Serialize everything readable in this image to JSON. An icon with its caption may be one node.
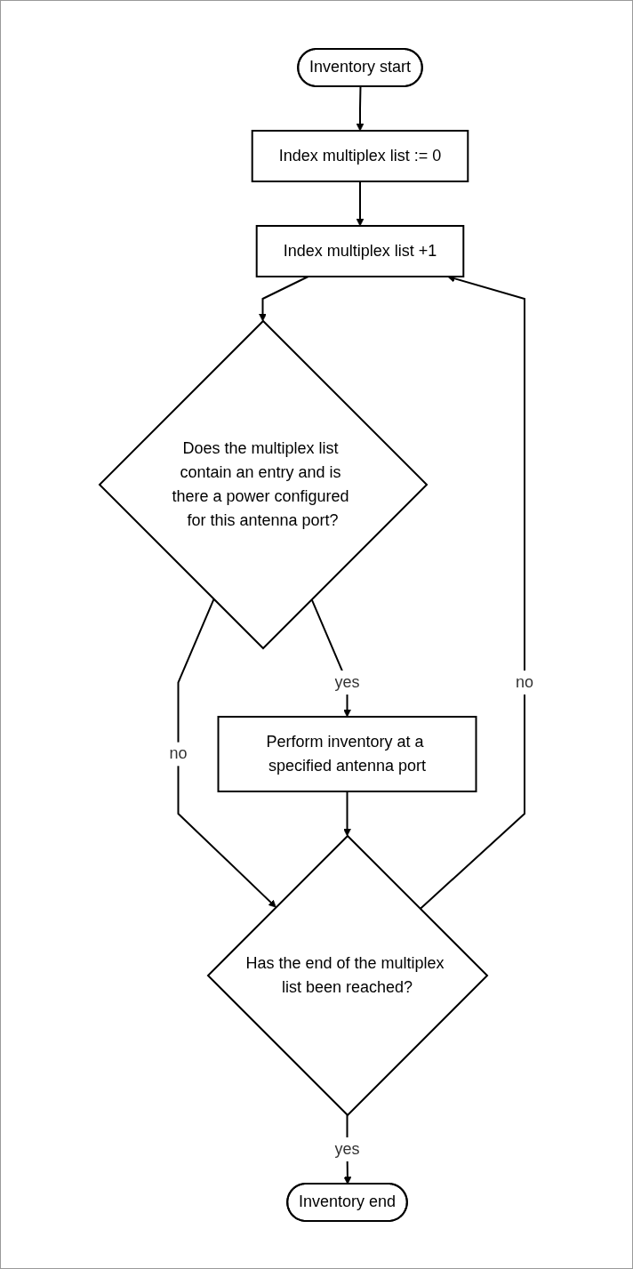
{
  "diagram": {
    "nodes": [
      {
        "text": [
          "Inventory start"
        ]
      },
      {
        "text": [
          "Index multiplex list := 0"
        ]
      },
      {
        "text": [
          "Index multiplex list +1"
        ]
      },
      {
        "text": [
          "Does the multiplex list contain an entry and is there a power configured for this antenna port?"
        ]
      },
      {
        "text": [
          "Perform inventory at a specified antenna port"
        ]
      },
      {
        "text": [
          "Has the end of the multiplex list been reached?"
        ]
      },
      {
        "text": [
          "Inventory end"
        ]
      }
    ],
    "edges": [
      {
        "from": 0,
        "to": 1,
        "arrow": "to"
      },
      {
        "from": 1,
        "to": 2,
        "arrow": "to"
      },
      {
        "from": 2,
        "to": 3,
        "arrow": "to"
      },
      {
        "from": 3,
        "to": 4,
        "arrow": "to",
        "label": "yes"
      },
      {
        "from": 3,
        "to": 5,
        "arrow": "to",
        "label": "no"
      },
      {
        "from": 4,
        "to": 5,
        "arrow": "to"
      },
      {
        "from": 5,
        "to": 2,
        "arrow": "to",
        "label": "no"
      },
      {
        "from": 5,
        "to": 6,
        "arrow": "to",
        "label": "yes"
      }
    ]
  }
}
